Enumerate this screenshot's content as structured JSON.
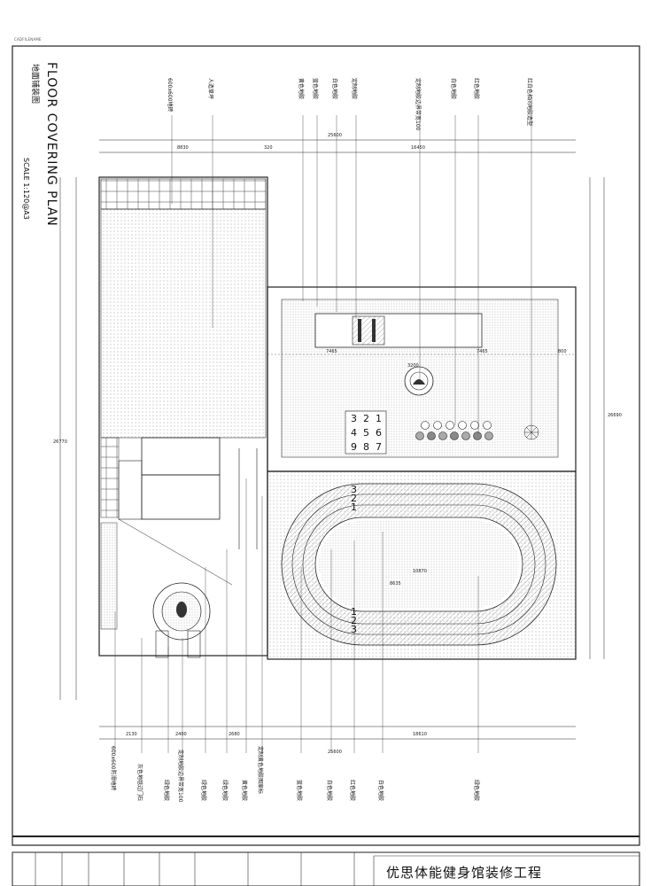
{
  "sheet": {
    "corner_label": "CADFILENAME",
    "title_en": "FLOOR COVERING PLAN",
    "title_cn": "地面铺装图",
    "scale": "SCALE 1:120@A3",
    "project_title": "优思体能健身馆装修工程"
  },
  "top_leaders": [
    "600x600地砖",
    "人造草坪",
    "黄色地胶",
    "蓝色地胶",
    "白色地胶",
    "定制地胶",
    "定制地胶边界带宽100",
    "白色地胶",
    "红色地胶",
    "红白色相间地胶造型"
  ],
  "bottom_leaders": [
    "600x600防滑地砖",
    "灰色地毯过门石",
    "绿色地胶",
    "定制地胶边界带宽100",
    "绿色地胶",
    "绿色地胶",
    "定制黄色地胶图案标",
    "黄色地胶",
    "蓝色地胶",
    "白色地胶",
    "红色地胶",
    "白色地胶",
    "绿色地胶"
  ],
  "dimensions": {
    "top_total": "25600",
    "top_segments": [
      "8830",
      "320",
      "16450"
    ],
    "bottom_total": "25600",
    "bottom_segments": [
      "2130",
      "2400",
      "2680",
      "18610"
    ],
    "left_total": "26770",
    "right_total": "26690",
    "inner": [
      "7465",
      "7465",
      "10870",
      "8635",
      "3200",
      "800"
    ]
  },
  "room_numbers": {
    "grid": [
      "3",
      "2",
      "1",
      "4",
      "5",
      "6",
      "9",
      "8",
      "7"
    ],
    "track_top": [
      "3",
      "2",
      "1"
    ],
    "track_bottom": [
      "1",
      "2",
      "3"
    ]
  },
  "colors": {
    "line": "#222222",
    "hatch": "#999999",
    "paper": "#ffffff"
  }
}
